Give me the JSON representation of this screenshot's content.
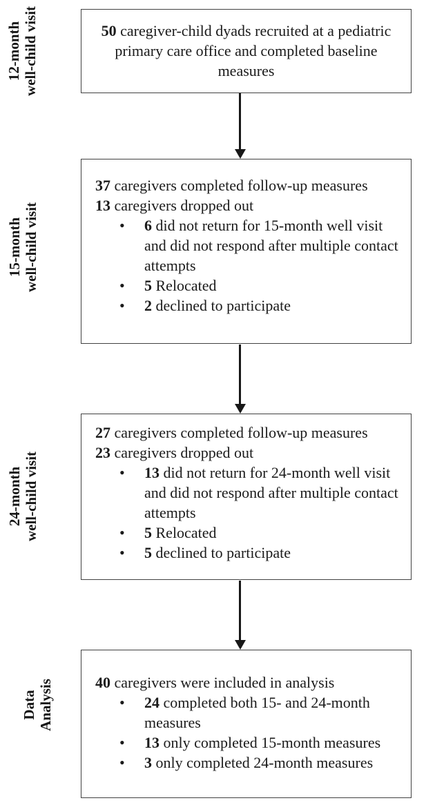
{
  "colors": {
    "background": "#ffffff",
    "text": "#1b1b1b",
    "box_border": "#414141",
    "arrow": "#181818"
  },
  "flowchart": {
    "bullet_glyph": "•",
    "stages": [
      {
        "id": "12-month-well-child-visit",
        "label_lines": [
          "12-month",
          "well-child visit"
        ],
        "arrow_after": true,
        "content": [
          {
            "type": "line",
            "bold": "50",
            "rest": " caregiver-child dyads recruited at a pediatric primary care office and completed baseline measures"
          }
        ]
      },
      {
        "id": "15-month-well-child-visit",
        "label_lines": [
          "15-month",
          "well-child visit"
        ],
        "arrow_after": true,
        "content": [
          {
            "type": "line",
            "bold": "37",
            "rest": " caregivers completed follow-up measures"
          },
          {
            "type": "line",
            "bold": "13",
            "rest": " caregivers dropped out"
          },
          {
            "type": "bullet",
            "bold": "6",
            "rest": " did not return for 15-month well visit and did not respond after multiple contact attempts"
          },
          {
            "type": "bullet",
            "bold": "5",
            "rest": " Relocated"
          },
          {
            "type": "bullet",
            "bold": "2",
            "rest": " declined to participate"
          }
        ]
      },
      {
        "id": "24-month-well-child-visit",
        "label_lines": [
          "24-month",
          "well-child visit"
        ],
        "arrow_after": true,
        "content": [
          {
            "type": "line",
            "bold": "27",
            "rest": " caregivers completed follow-up measures"
          },
          {
            "type": "line",
            "bold": "23",
            "rest": " caregivers dropped out"
          },
          {
            "type": "bullet",
            "bold": "13",
            "rest": " did not return for 24-month well visit and did not respond after multiple contact attempts"
          },
          {
            "type": "bullet",
            "bold": "5",
            "rest": " Relocated"
          },
          {
            "type": "bullet",
            "bold": "5",
            "rest": " declined to participate"
          }
        ]
      },
      {
        "id": "data-analysis",
        "label_lines": [
          "Data",
          "Analysis"
        ],
        "arrow_after": false,
        "content": [
          {
            "type": "line",
            "bold": "40",
            "rest": " caregivers were included in analysis"
          },
          {
            "type": "bullet",
            "bold": "24",
            "rest": " completed both 15- and 24-month measures"
          },
          {
            "type": "bullet",
            "bold": "13",
            "rest": " only completed 15-month measures"
          },
          {
            "type": "bullet",
            "bold": "3",
            "rest": " only completed 24-month measures"
          }
        ]
      }
    ]
  }
}
